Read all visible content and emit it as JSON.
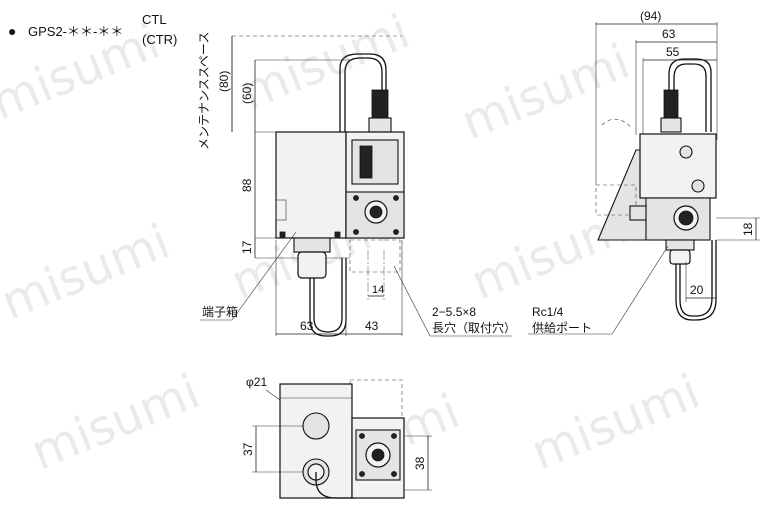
{
  "watermark": "misumi",
  "model": {
    "bullet": "●",
    "code": "GPS2-＊＊-＊＊",
    "suffix": "CTL",
    "suffix_alt": "(CTR)"
  },
  "labels": {
    "maintenance_space": "メンテナンススペース",
    "terminal_box": "端子箱",
    "slot_spec": "2−5.5×8",
    "slot_desc": "長穴（取付穴）",
    "port_spec": "Rc1/4",
    "port_desc": "供給ポート",
    "phi": "φ21"
  },
  "dims": {
    "d80": "(80)",
    "d60": "(60)",
    "d88": "88",
    "d17": "17",
    "d63_front": "63",
    "d43": "43",
    "d14": "14",
    "d94": "(94)",
    "d63_side": "63",
    "d55": "55",
    "d18": "18",
    "d20": "20",
    "d37": "37",
    "d38": "38"
  }
}
